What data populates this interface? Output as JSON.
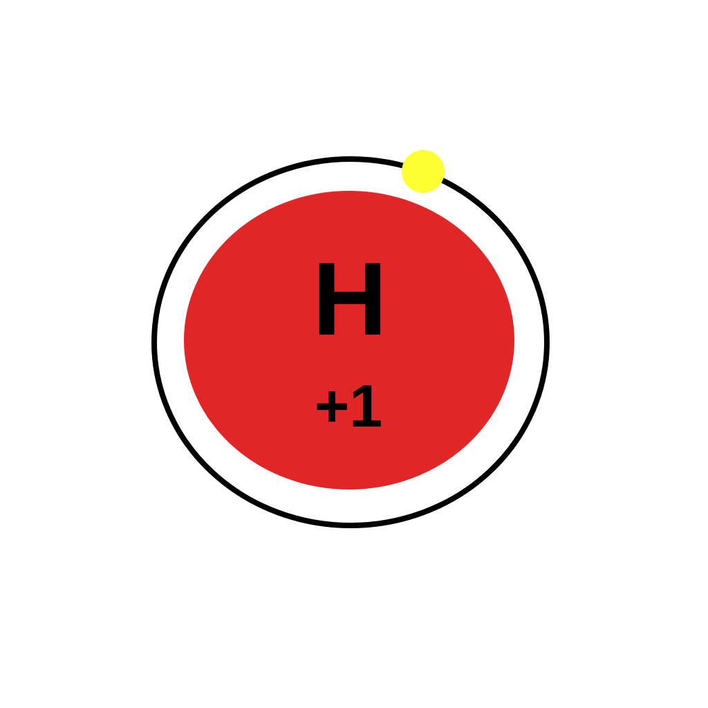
{
  "atom": {
    "symbol": "H",
    "charge": "+1",
    "electron_count": 1
  },
  "colors": {
    "background": "#ffffff",
    "nucleus": "#e12627",
    "orbit": "#000000",
    "electron": "#ffff33",
    "text": "#000000"
  }
}
